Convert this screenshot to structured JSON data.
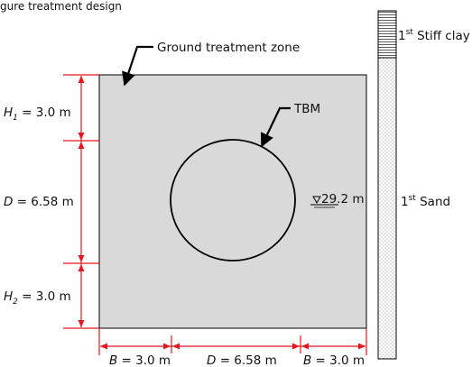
{
  "caption_fragment": "gure treatment design",
  "zone_label": "Ground treatment zone",
  "tbm_label": "TBM",
  "water_level_label": "29.2 m",
  "dim_h1": {
    "var": "H",
    "sub": "1",
    "rest": " = 3.0 m"
  },
  "dim_d_vertical": {
    "var": "D",
    "rest": " = 6.58 m"
  },
  "dim_h2": {
    "var": "H",
    "sub": "2",
    "rest": " = 3.0 m"
  },
  "dim_b_left": {
    "var": "B",
    "rest": " = 3.0 m"
  },
  "dim_d_horizontal": {
    "var": "D",
    "rest": " = 6.58 m"
  },
  "dim_b_right": {
    "var": "B",
    "rest": " = 3.0 m"
  },
  "soil_layers": [
    {
      "prefix": "1",
      "sup": "st",
      "name": " Stiff clay"
    },
    {
      "prefix": "1",
      "sup": "st",
      "name": " Sand"
    }
  ],
  "colors": {
    "zone_fill": "#d9d9d9",
    "dimension": "#e8151b",
    "outline": "#000000"
  }
}
